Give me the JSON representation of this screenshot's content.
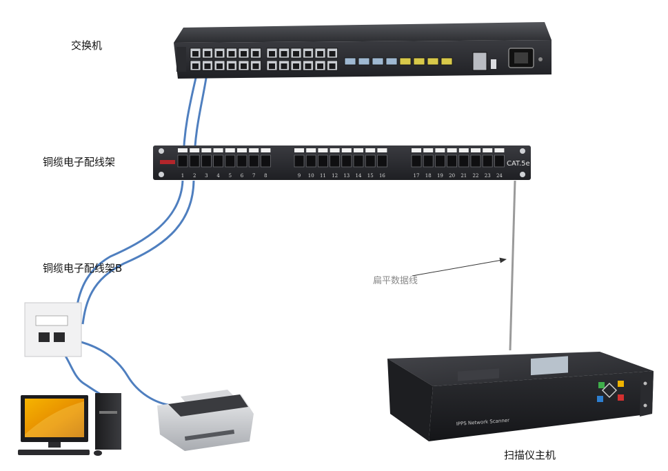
{
  "labels": {
    "switch": "交换机",
    "patch_panel": "铜缆电子配线架",
    "patch_panel_b": "铜缆电子配线架B",
    "flat_cable": "扁平数据线",
    "scanner_host": "扫描仪主机"
  },
  "patch_panel": {
    "port_numbers": [
      "1",
      "2",
      "3",
      "4",
      "5",
      "6",
      "7",
      "8",
      "9",
      "10",
      "11",
      "12",
      "13",
      "14",
      "15",
      "16",
      "17",
      "18",
      "19",
      "20",
      "21",
      "22",
      "23",
      "24"
    ],
    "category_text": "CAT.5e"
  },
  "scanner": {
    "front_text": "IPPS Network Scanner"
  },
  "colors": {
    "cable": "#4f7fbf",
    "device_dark": "#2e2f33",
    "panel_dark": "#26272b",
    "port_bezel": "#c9ccd1",
    "flat_cable": "#9a9a9a",
    "screen": "#e8a000"
  }
}
